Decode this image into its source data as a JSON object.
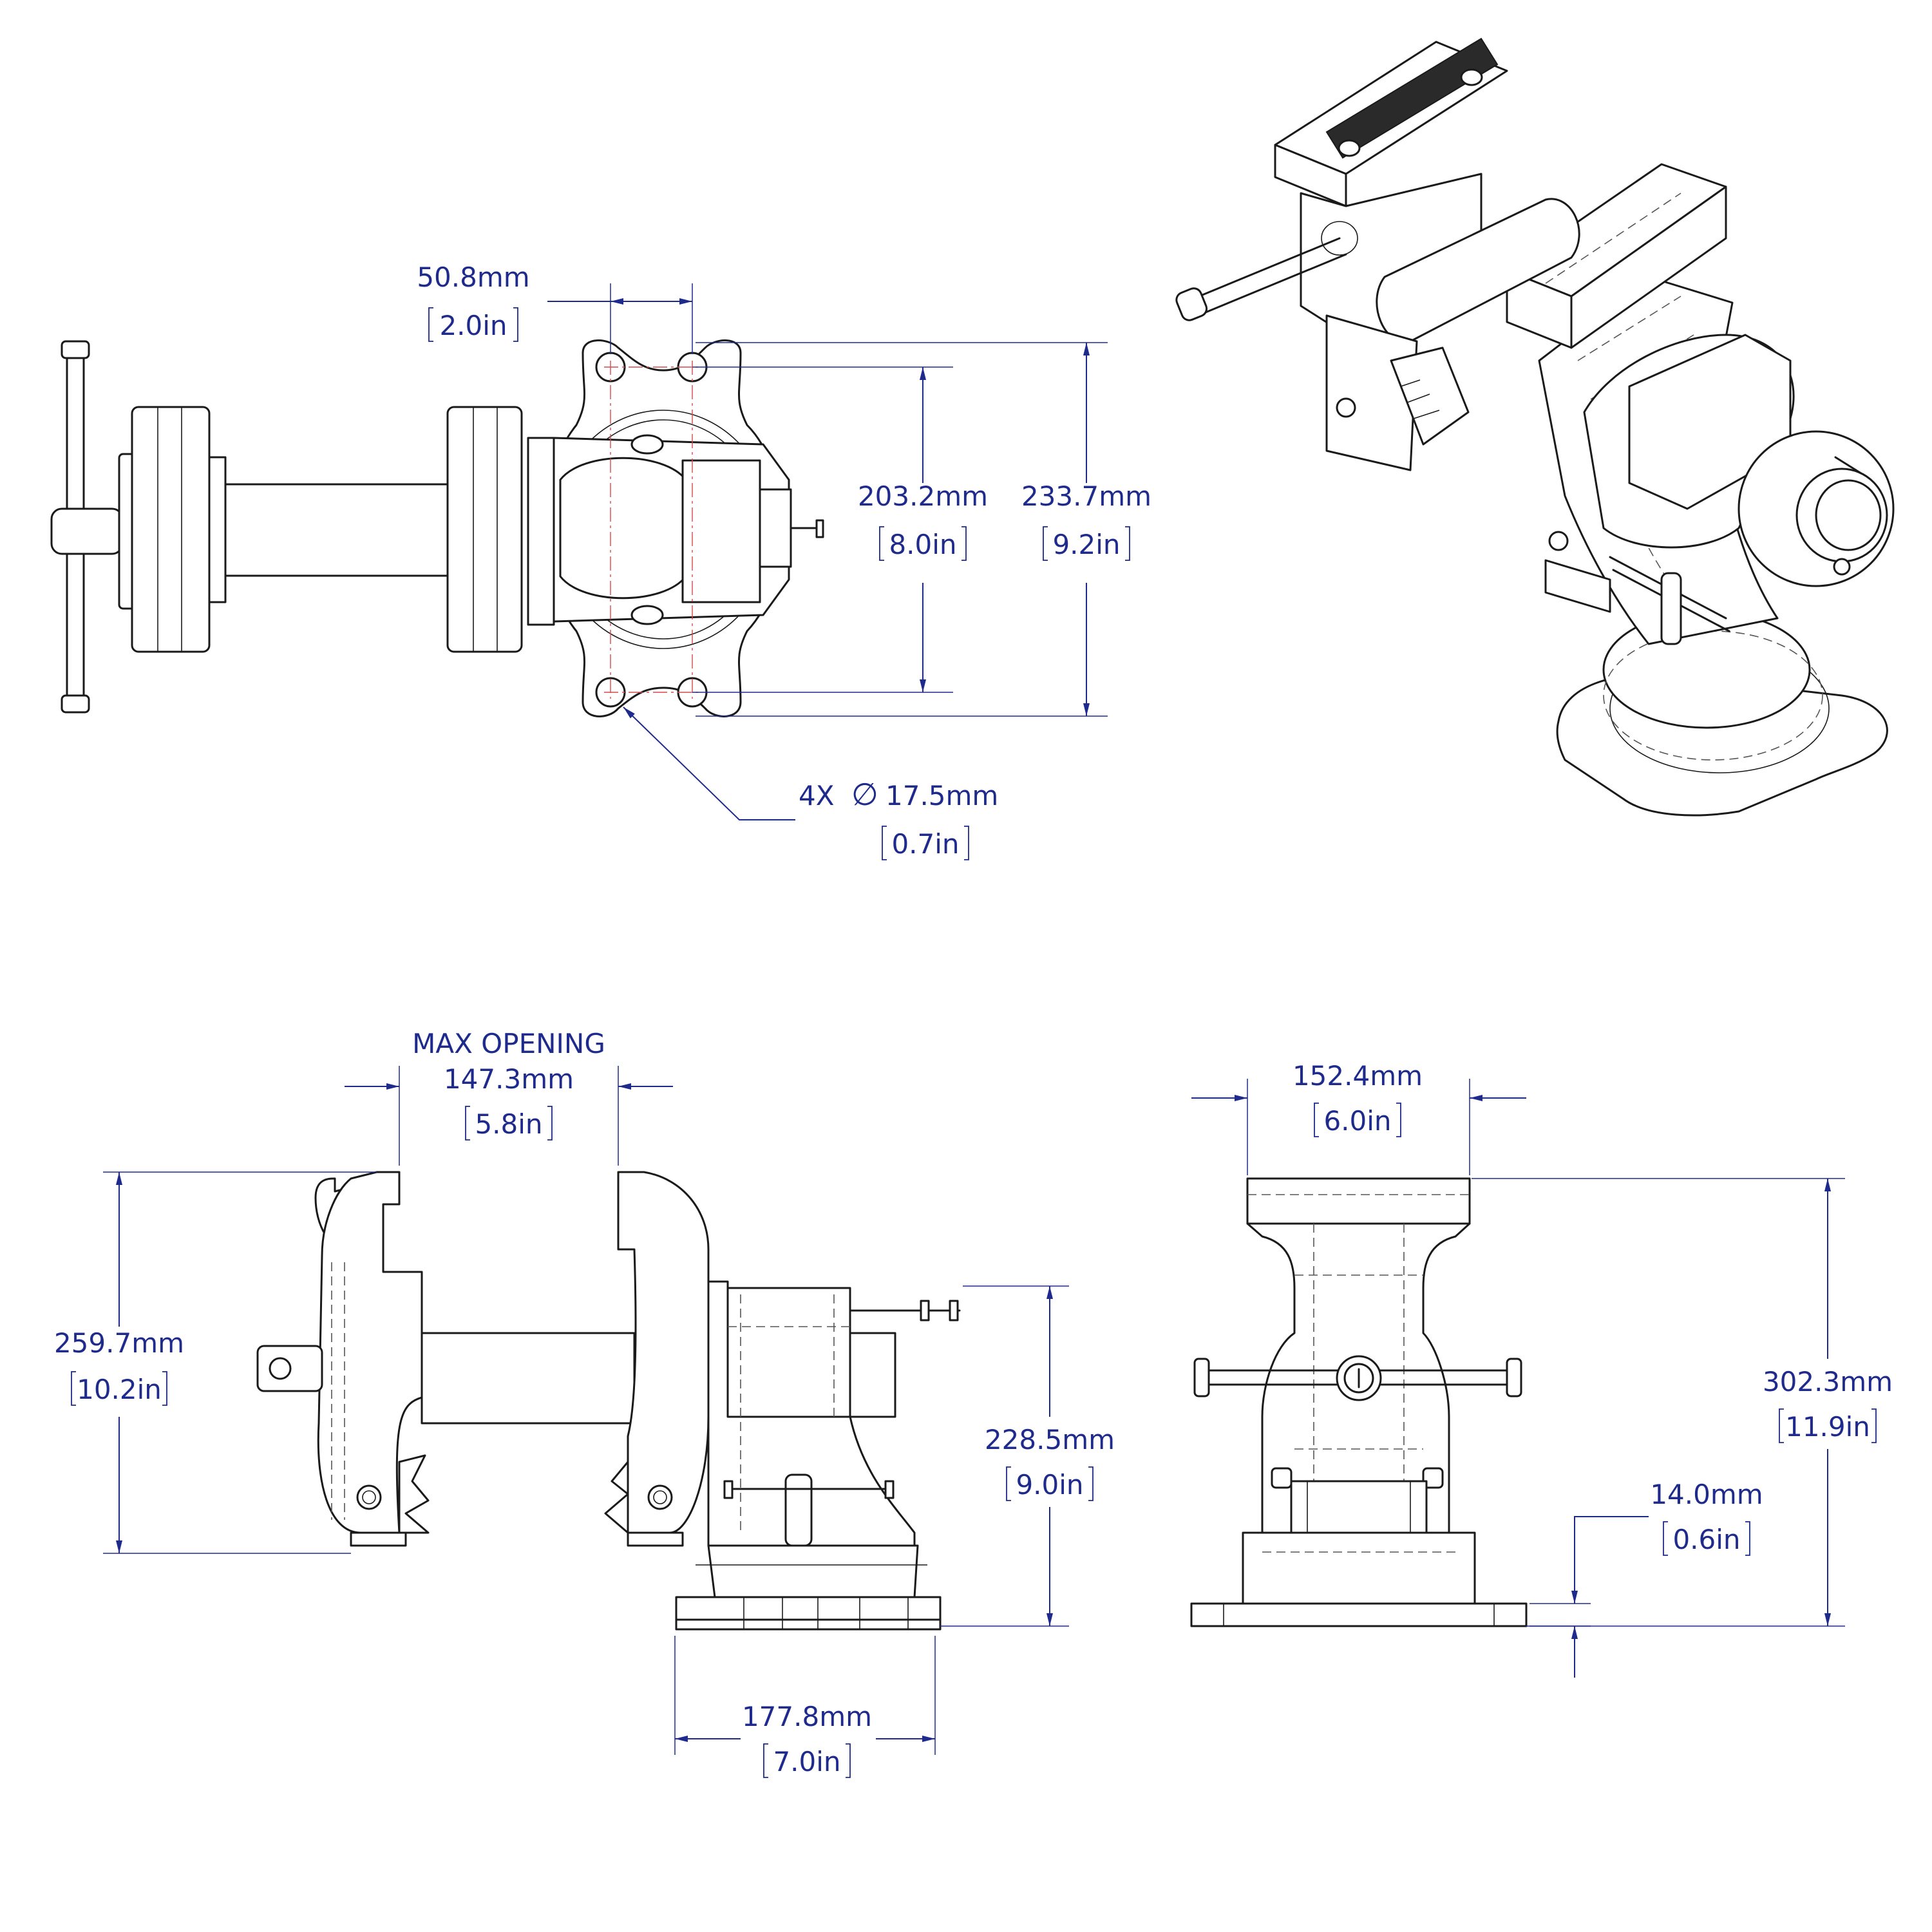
{
  "colors": {
    "dimension": "#1e2a8c",
    "outline": "#1a1a1a",
    "centerline": "#d44b4b",
    "background": "#ffffff"
  },
  "dimensions": {
    "bolt_spacing": {
      "mm": "50.8mm",
      "in": "2.0in"
    },
    "bolt_length": {
      "mm": "203.2mm",
      "in": "8.0in"
    },
    "base_length": {
      "mm": "233.7mm",
      "in": "9.2in"
    },
    "hole_dia": {
      "prefix": "4X",
      "symbol": "∅",
      "mm": "17.5mm",
      "in": "0.7in"
    },
    "max_opening": {
      "label": "MAX OPENING",
      "mm": "147.3mm",
      "in": "5.8in"
    },
    "jaw_height": {
      "mm": "259.7mm",
      "in": "10.2in"
    },
    "body_height": {
      "mm": "228.5mm",
      "in": "9.0in"
    },
    "base_width": {
      "mm": "177.8mm",
      "in": "7.0in"
    },
    "jaw_width": {
      "mm": "152.4mm",
      "in": "6.0in"
    },
    "overall_height": {
      "mm": "302.3mm",
      "in": "11.9in"
    },
    "base_thickness": {
      "mm": "14.0mm",
      "in": "0.6in"
    }
  },
  "views": [
    {
      "id": "top",
      "icon": "vise-top-view-icon"
    },
    {
      "id": "isometric",
      "icon": "vise-isometric-view-icon"
    },
    {
      "id": "side",
      "icon": "vise-side-view-icon"
    },
    {
      "id": "front",
      "icon": "vise-front-view-icon"
    }
  ]
}
